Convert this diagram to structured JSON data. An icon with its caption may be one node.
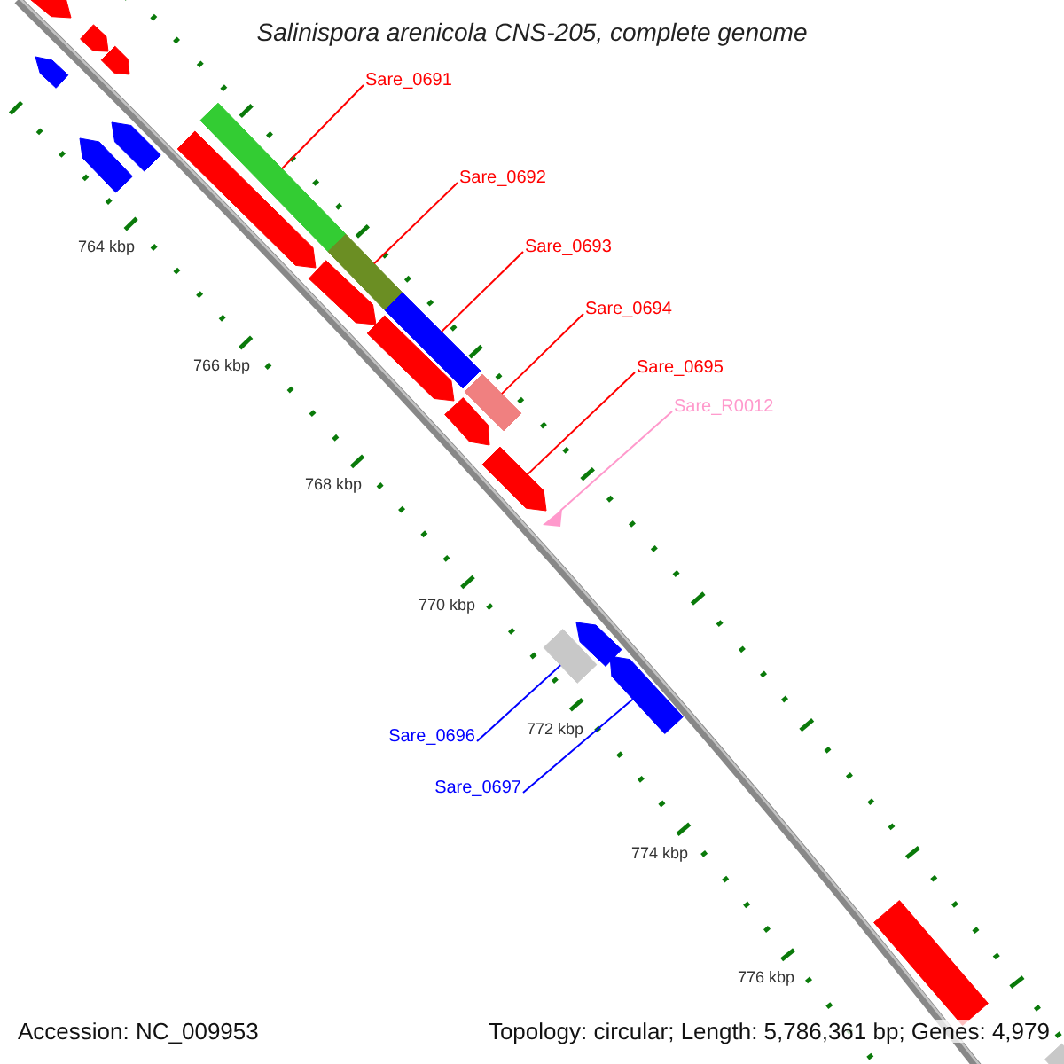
{
  "diagram": {
    "title": "Salinispora arenicola CNS-205, complete genome",
    "nodes": [
      {
        "text": [
          "Sare_0691"
        ]
      },
      {
        "text": [],
        "shape": "bar"
      },
      {
        "text": [
          "Sare_0692"
        ]
      },
      {
        "text": [],
        "shape": "bar"
      },
      {
        "text": [
          "Sare_0693"
        ]
      },
      {
        "text": [],
        "shape": "bar"
      },
      {
        "text": [
          "Sare_0694"
        ]
      },
      {
        "text": [],
        "shape": "bar"
      },
      {
        "text": [
          "Sare_0695"
        ]
      },
      {
        "text": [],
        "shape": "arrow"
      },
      {
        "text": [
          "Sare_R0012"
        ]
      },
      {
        "text": [],
        "shape": "triangle"
      },
      {
        "text": [
          "Sare_0696"
        ]
      },
      {
        "text": [],
        "shape": "bar"
      },
      {
        "text": [
          "Sare_0697"
        ]
      },
      {
        "text": [],
        "shape": "arrow"
      },
      {
        "text": [],
        "shape": "arrow"
      },
      {
        "text": [],
        "shape": "arrow"
      },
      {
        "text": [],
        "shape": "arrow"
      },
      {
        "text": [],
        "shape": "arrow"
      },
      {
        "text": [],
        "shape": "arrow"
      },
      {
        "text": [],
        "shape": "arrow"
      },
      {
        "text": [],
        "shape": "arrow"
      },
      {
        "text": [],
        "shape": "arrow"
      },
      {
        "text": [],
        "shape": "arrow"
      },
      {
        "text": [],
        "shape": "arrow"
      },
      {
        "text": [],
        "shape": "arrow"
      },
      {
        "text": [],
        "shape": "bar"
      },
      {
        "text": [],
        "shape": "bar"
      }
    ],
    "edges": [
      {
        "from": 0,
        "to": 1,
        "arrow": "none"
      },
      {
        "from": 2,
        "to": 3,
        "arrow": "none"
      },
      {
        "from": 4,
        "to": 5,
        "arrow": "none"
      },
      {
        "from": 6,
        "to": 7,
        "arrow": "none"
      },
      {
        "from": 8,
        "to": 9,
        "arrow": "none"
      },
      {
        "from": 10,
        "to": 11,
        "arrow": "none",
        "color": "#ff99cc"
      },
      {
        "from": 12,
        "to": 13,
        "arrow": "none",
        "color": "#0000ff"
      },
      {
        "from": 14,
        "to": 15,
        "arrow": "none",
        "color": "#0000ff"
      }
    ],
    "labels": [
      "764 kbp",
      "766 kbp",
      "768 kbp",
      "770 kbp",
      "772 kbp",
      "774 kbp",
      "776 kbp",
      "Accession: NC_009953",
      "Topology: circular; Length: 5,786,361 bp; Genes: 4,979"
    ]
  }
}
